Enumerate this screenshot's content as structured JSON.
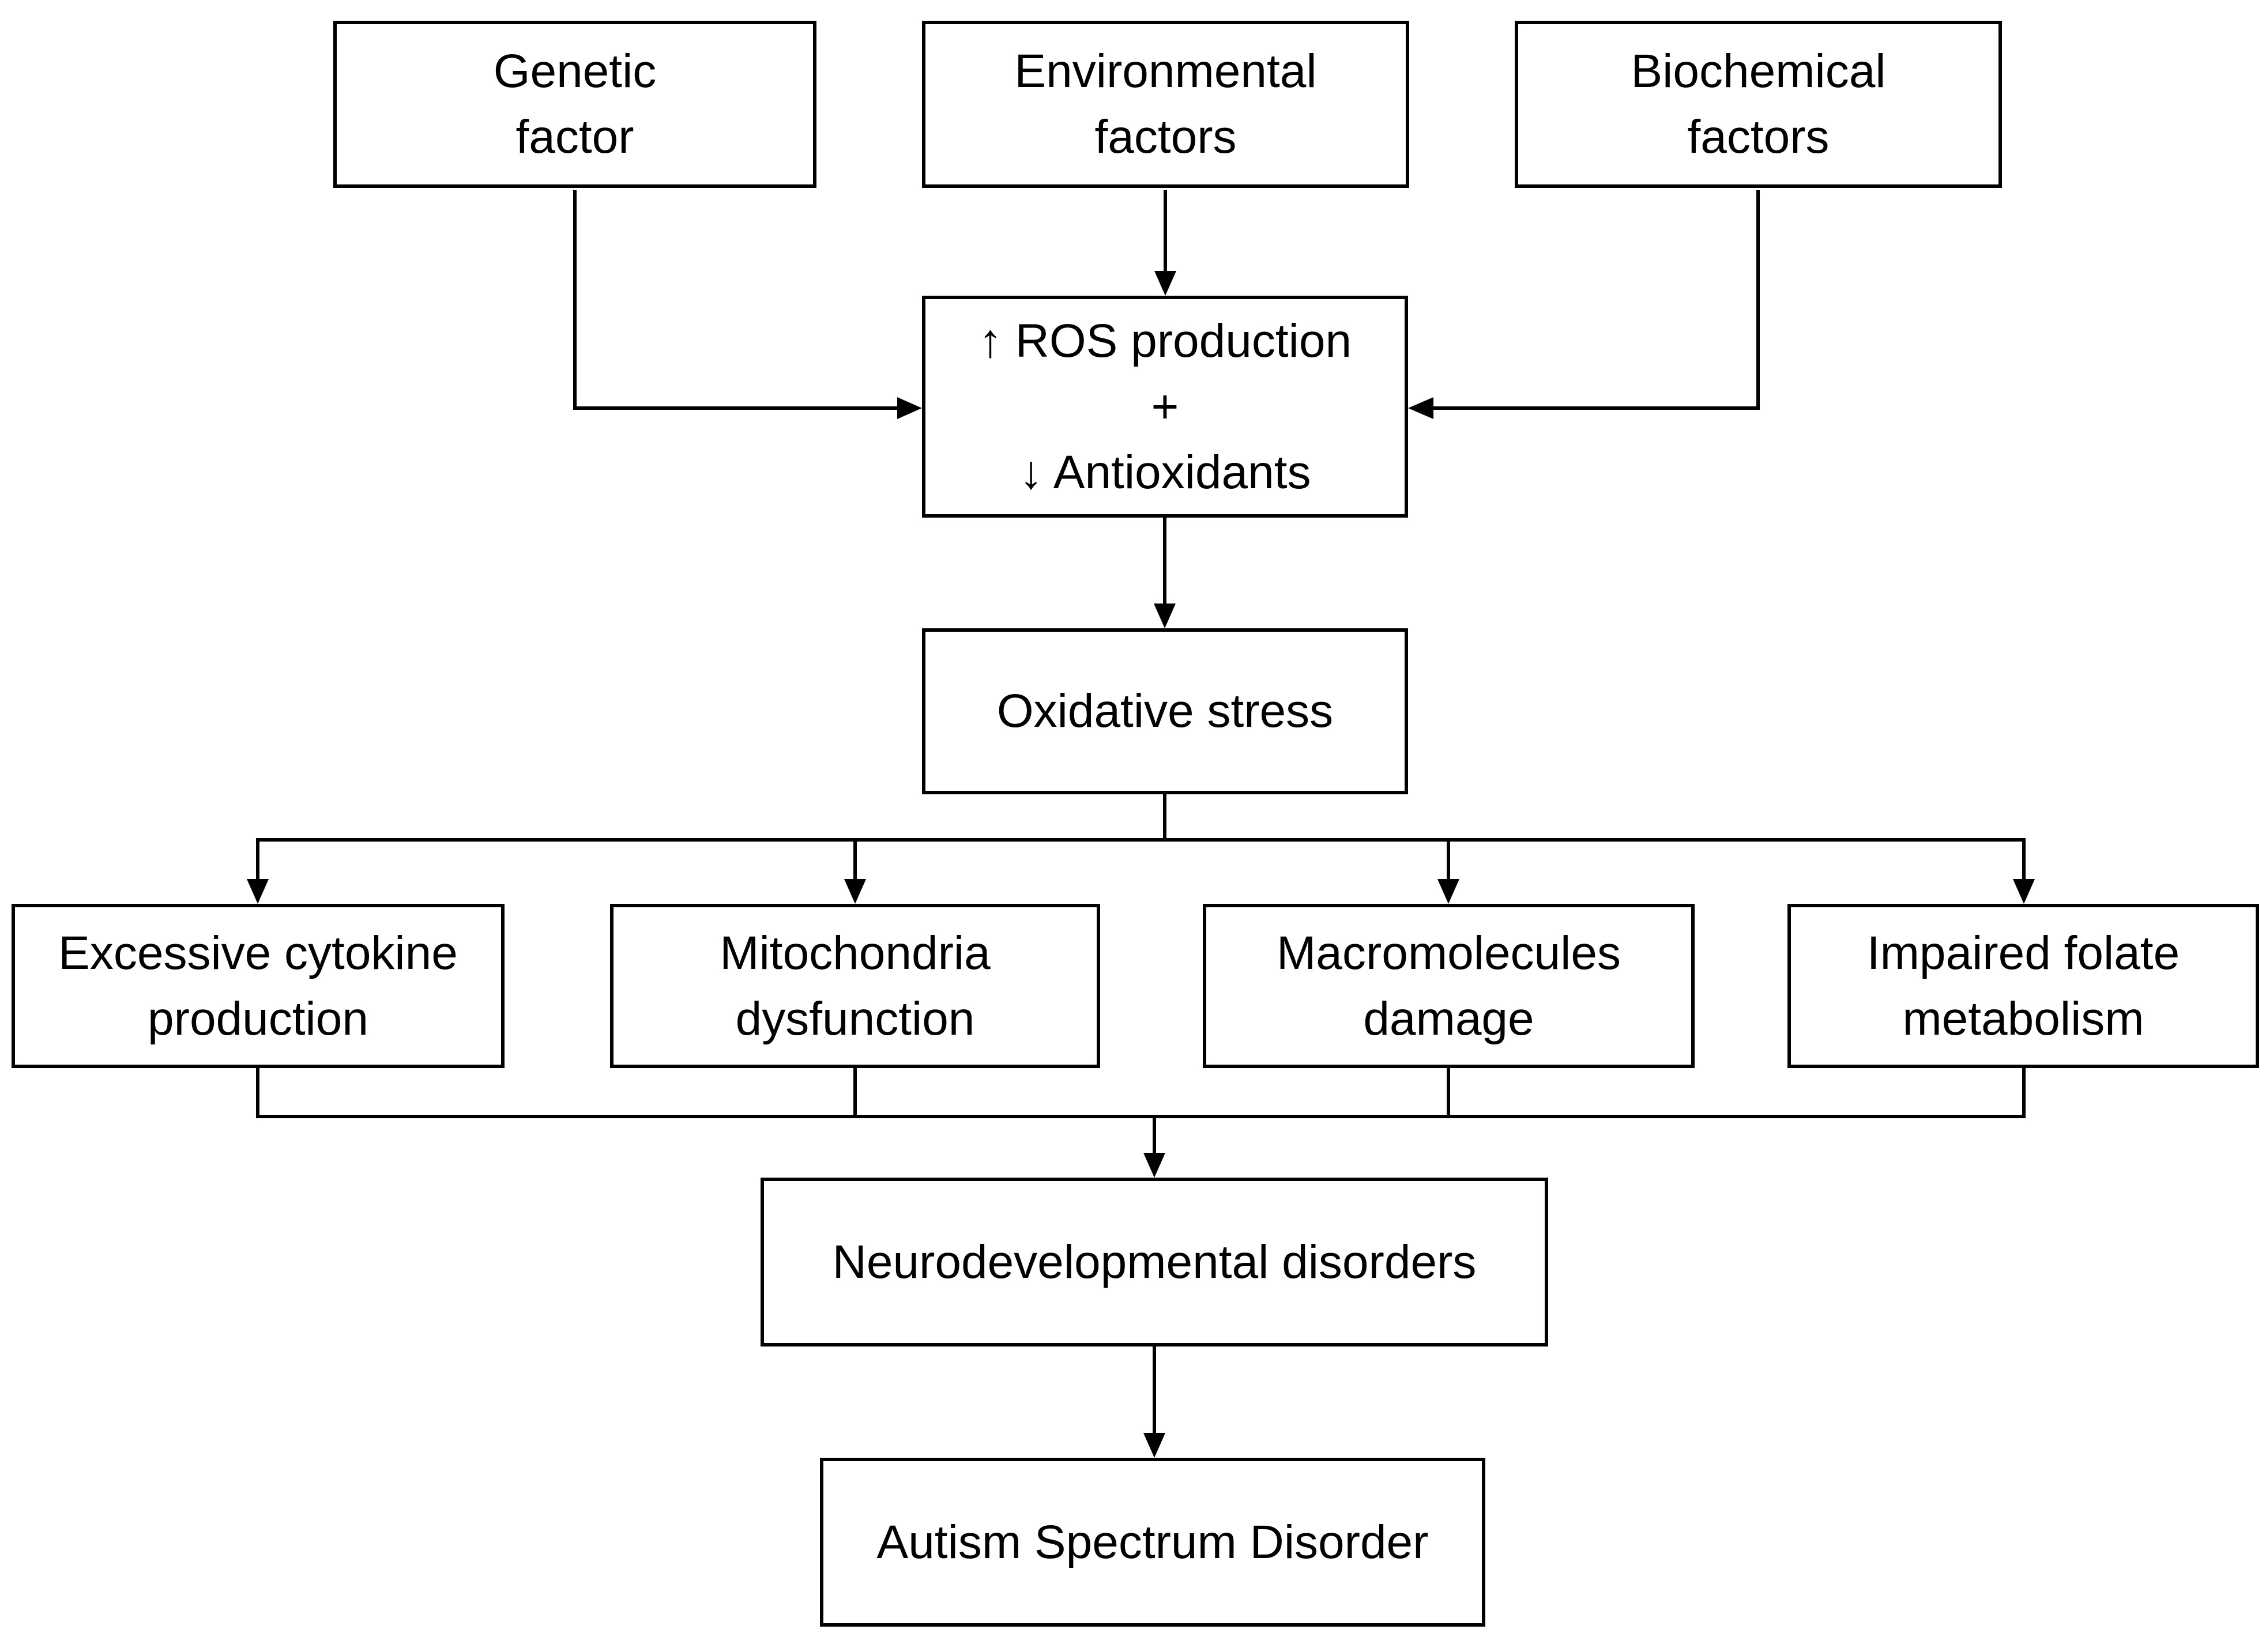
{
  "colors": {
    "background": "#ffffff",
    "line": "#000000",
    "text": "#000000"
  },
  "nodes": {
    "genetic": {
      "label": "Genetic\nfactor"
    },
    "environmental": {
      "label": "Environmental\nfactors"
    },
    "biochemical": {
      "label": "Biochemical\nfactors"
    },
    "ros": {
      "label": "↑ ROS production\n+\n↓ Antioxidants"
    },
    "oxidative": {
      "label": "Oxidative stress"
    },
    "cytokine": {
      "label": "Excessive cytokine\nproduction"
    },
    "mitochondria": {
      "label": "Mitochondria\ndysfunction"
    },
    "macromolecules": {
      "label": "Macromolecules\ndamage"
    },
    "folate": {
      "label": "Impaired folate\nmetabolism"
    },
    "neuro": {
      "label": "Neurodevelopmental disorders"
    },
    "asd": {
      "label": "Autism Spectrum Disorder"
    }
  }
}
